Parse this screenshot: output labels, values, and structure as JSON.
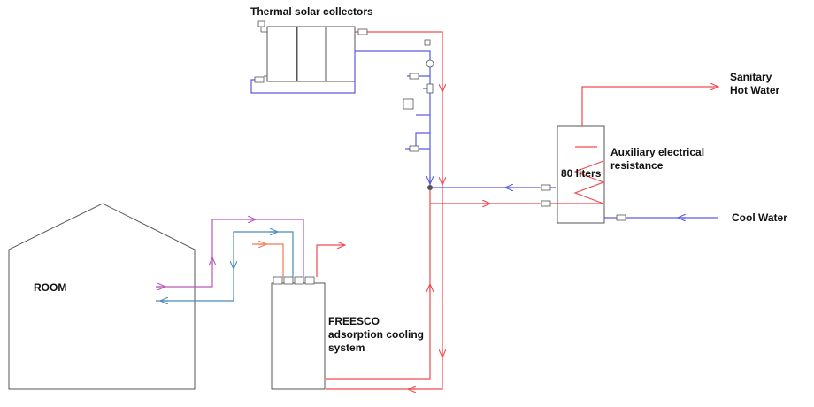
{
  "labels": {
    "collectors": "Thermal solar collectors",
    "sanitary_line1": "Sanitary",
    "sanitary_line2": "Hot Water",
    "auxiliary_line1": "Auxiliary electrical",
    "auxiliary_line2": "resistance",
    "tank_volume": "80 liters",
    "cool_water": "Cool Water",
    "room": "ROOM",
    "freesco_line1": "FREESCO",
    "freesco_line2": "adsorption cooling",
    "freesco_line3": "system"
  },
  "colors": {
    "hot_pipe": "#f04a50",
    "cold_pipe": "#5a5ae0",
    "purple_pipe": "#b85ab8",
    "teal_pipe": "#4a8ab8",
    "orange_pipe": "#f07a50",
    "outline": "#555555"
  }
}
